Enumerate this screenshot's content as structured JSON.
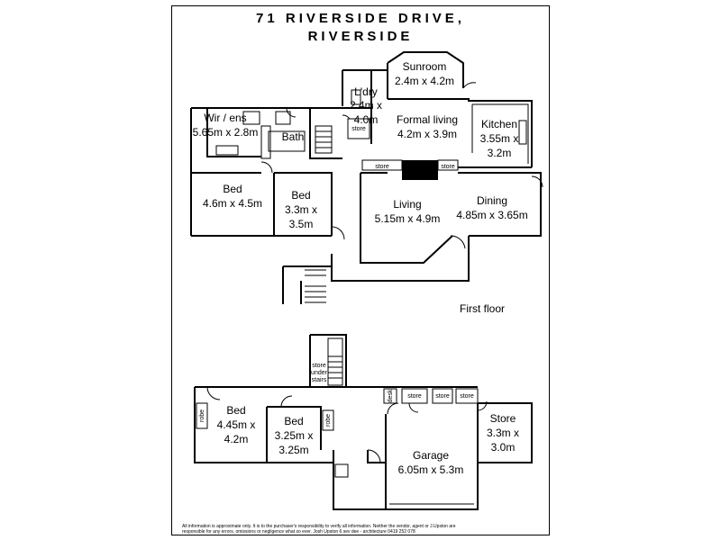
{
  "header": {
    "line1": "71 RIVERSIDE DRIVE,",
    "line2": "RIVERSIDE"
  },
  "first_floor": {
    "label": "First floor",
    "rooms": {
      "sunroom": {
        "name": "Sunroom",
        "dims": "2.4m x 4.2m"
      },
      "laundry": {
        "name": "L'dry",
        "dims1": "2.4m x",
        "dims2": "4.0m"
      },
      "formal_living": {
        "name": "Formal living",
        "dims": "4.2m x 3.9m"
      },
      "kitchen": {
        "name": "Kitchen",
        "dims1": "3.55m x",
        "dims2": "3.2m"
      },
      "wir_ens": {
        "name": "Wir / ens",
        "dims": "5.65m x 2.8m"
      },
      "bath": {
        "name": "Bath"
      },
      "bed_main": {
        "name": "Bed",
        "dims": "4.6m x 4.5m"
      },
      "bed_small": {
        "name": "Bed",
        "dims1": "3.3m x",
        "dims2": "3.5m"
      },
      "living": {
        "name": "Living",
        "dims": "5.15m x 4.9m"
      },
      "dining": {
        "name": "Dining",
        "dims": "4.85m x 3.65m"
      }
    },
    "stores": {
      "s1": "store",
      "s2": "store",
      "s3": "store"
    }
  },
  "ground_floor": {
    "rooms": {
      "bed_a": {
        "name": "Bed",
        "dims1": "4.45m x",
        "dims2": "4.2m"
      },
      "bed_b": {
        "name": "Bed",
        "dims1": "3.25m x",
        "dims2": "3.25m"
      },
      "garage": {
        "name": "Garage",
        "dims": "6.05m x 5.3m"
      },
      "store": {
        "name": "Store",
        "dims1": "3.3m x",
        "dims2": "3.0m"
      }
    },
    "labels": {
      "robe1": "robe",
      "robe2": "robe",
      "under_stairs1": "store",
      "under_stairs2": "under",
      "under_stairs3": "stairs",
      "desk": "desk",
      "store1": "store",
      "store2": "store",
      "store3": "store"
    }
  },
  "disclaimer": {
    "line1": "All information is approximate only. It is to the purchaser's responsibility to verify all information. Neither the vendor, agent or J.Upston are",
    "line2": "responsible for any errors, omissions or negligence what so ever. Josh Upston 6 sev dee - architecture 0419 252 078"
  }
}
